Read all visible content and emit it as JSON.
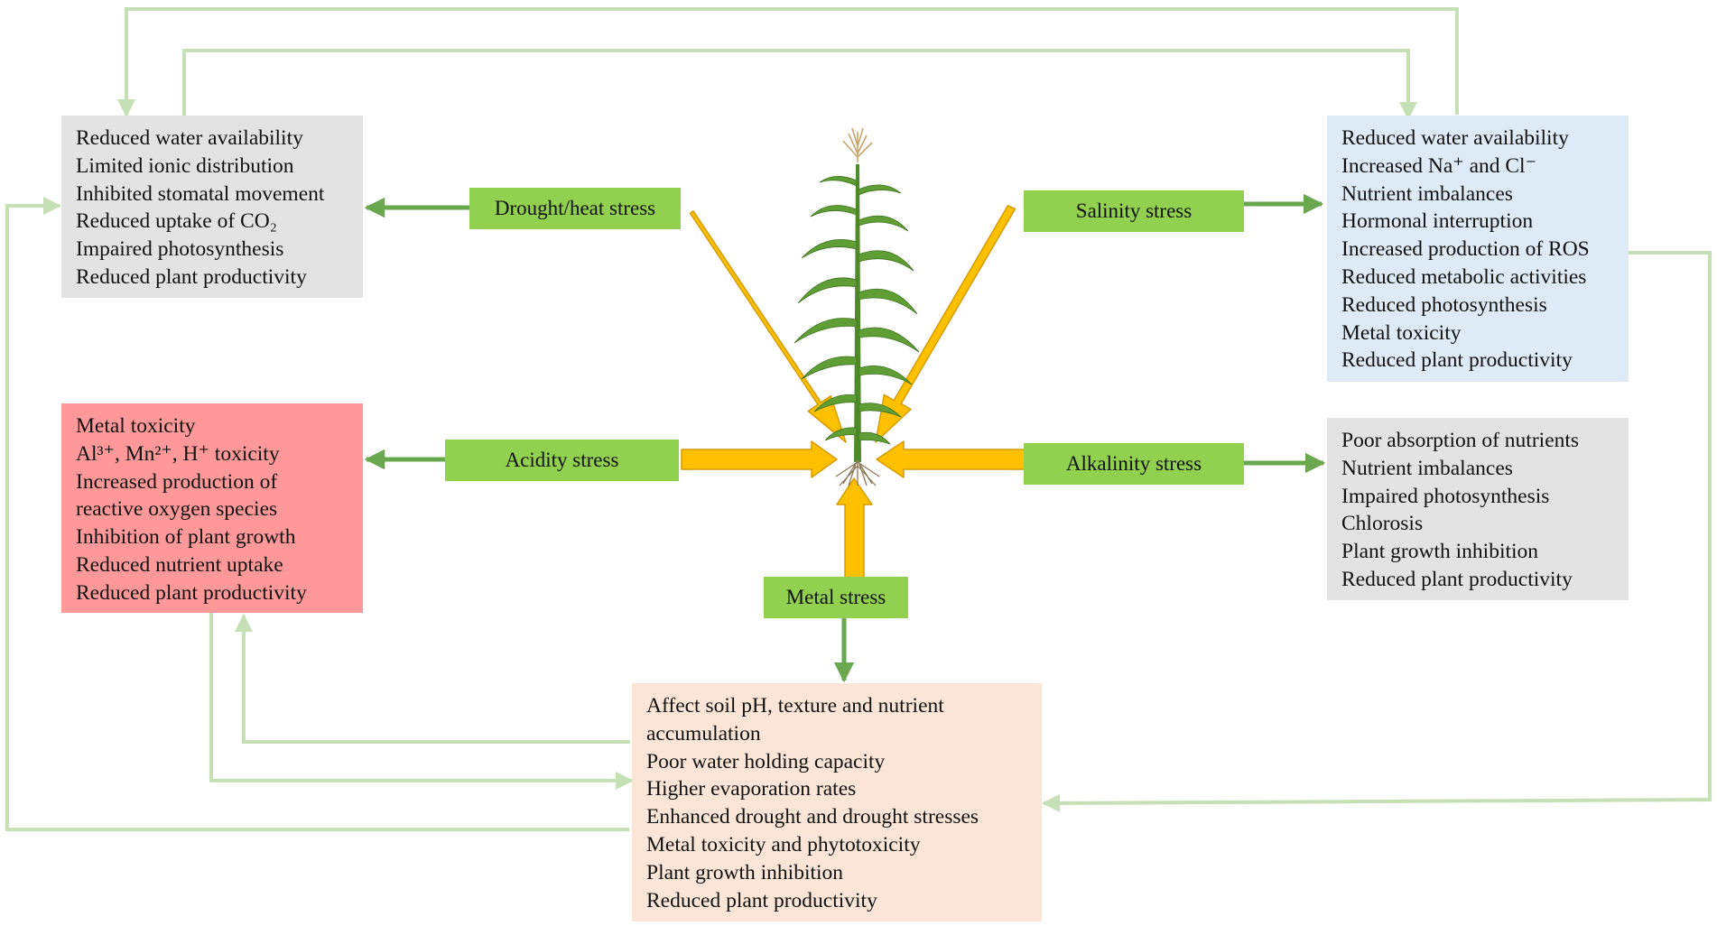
{
  "colors": {
    "stress_label_fill": "#92d050",
    "dark_arrow": "#6aa84f",
    "light_connector": "#c5e0b4",
    "big_arrow_fill": "#ffc000",
    "big_arrow_stroke": "#d69b00",
    "drought_box": "#e3e3e3",
    "salinity_box": "#deebf7",
    "acidity_box": "#ff9999",
    "alkalinity_box": "#e3e3e3",
    "metal_box": "#fbe5d6"
  },
  "stresses": {
    "drought": "Drought/heat stress",
    "salinity": "Salinity stress",
    "acidity": "Acidity stress",
    "alkalinity": "Alkalinity stress",
    "metal": "Metal stress"
  },
  "effects": {
    "drought": [
      "Reduced water availability",
      "Limited ionic distribution",
      "Inhibited stomatal movement",
      "Reduced uptake of CO₂",
      "Impaired photosynthesis",
      "Reduced plant productivity"
    ],
    "salinity": [
      "Reduced water availability",
      "Increased Na⁺ and Cl⁻",
      "Nutrient imbalances",
      "Hormonal interruption",
      "Increased production of ROS",
      "Reduced metabolic activities",
      "Reduced photosynthesis",
      "Metal toxicity",
      "Reduced plant productivity"
    ],
    "acidity": [
      "Metal toxicity",
      "Al³⁺, Mn²⁺, H⁺ toxicity",
      "Increased production of reactive oxygen species",
      "Inhibition of plant growth",
      "Reduced nutrient uptake",
      "Reduced plant productivity"
    ],
    "alkalinity": [
      "Poor absorption of nutrients",
      "Nutrient imbalances",
      "Impaired photosynthesis",
      "Chlorosis",
      "Plant growth inhibition",
      "Reduced plant productivity"
    ],
    "metal": [
      "Affect soil pH, texture and nutrient accumulation",
      "Poor water holding capacity",
      "Higher evaporation rates",
      "Enhanced drought and drought stresses",
      "Metal toxicity and phytotoxicity",
      "Plant growth inhibition",
      "Reduced plant productivity"
    ]
  }
}
